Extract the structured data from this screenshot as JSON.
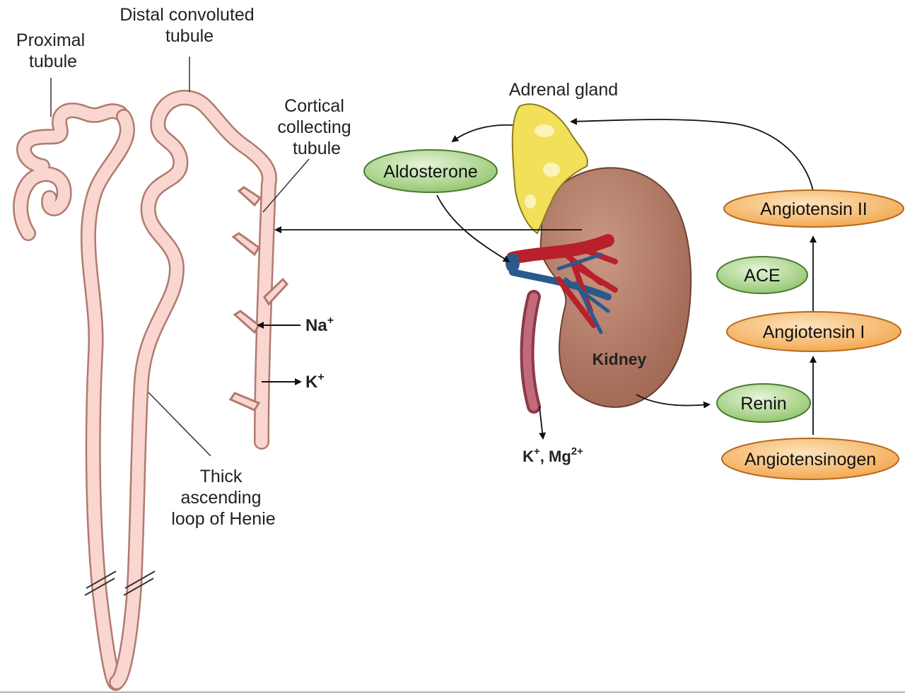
{
  "labels": {
    "proximal_tubule_line1": "Proximal",
    "proximal_tubule_line2": "tubule",
    "distal_tubule_line1": "Distal convoluted",
    "distal_tubule_line2": "tubule",
    "cortical_line1": "Cortical",
    "cortical_line2": "collecting",
    "cortical_line3": "tubule",
    "thick_line1": "Thick",
    "thick_line2": "ascending",
    "thick_line3": "loop of Henie",
    "adrenal_gland": "Adrenal gland",
    "kidney": "Kidney",
    "na": "Na",
    "na_sup": "+",
    "k": "K",
    "k_sup": "+",
    "k_out": "K",
    "k_out_sup": "+",
    "mg_out": ", Mg",
    "mg_out_sup": "2+"
  },
  "nodes": {
    "aldosterone": "Aldosterone",
    "angiotensin_ii": "Angiotensin II",
    "ace": "ACE",
    "angiotensin_i": "Angiotensin I",
    "renin": "Renin",
    "angiotensinogen": "Angiotensinogen"
  },
  "colors": {
    "tubule_fill": "#f9d6cf",
    "tubule_stroke": "#b07a70",
    "green_node": "#b9dc9a",
    "orange_node": "#f7c27a",
    "kidney": "#b47862",
    "adrenal": "#f2df5a",
    "artery": "#b8202a",
    "vein": "#2a5a8c"
  }
}
